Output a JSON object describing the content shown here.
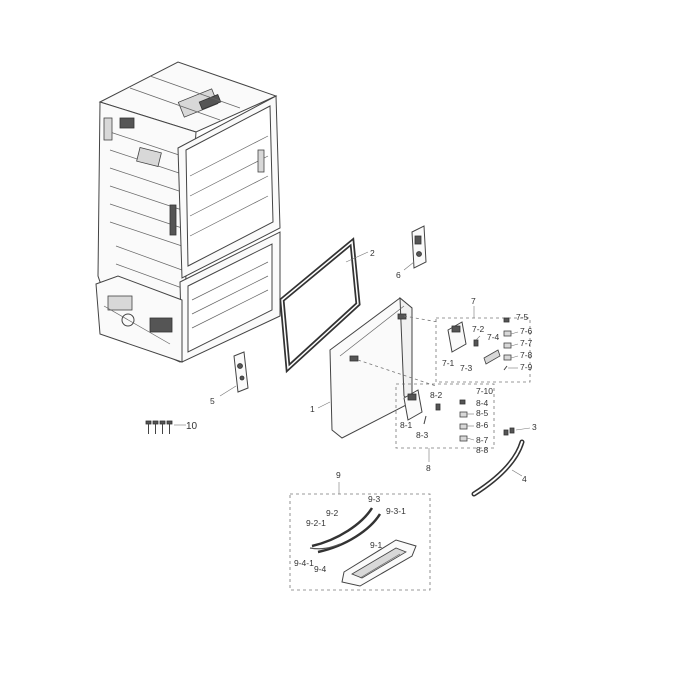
{
  "callouts": {
    "c1": "1",
    "c2": "2",
    "c3": "3",
    "c4": "4",
    "c5": "5",
    "c6": "6",
    "c7": "7",
    "c7_1": "7-1",
    "c7_2": "7-2",
    "c7_3": "7-3",
    "c7_4": "7-4",
    "c7_5": "7-5",
    "c7_6": "7-6",
    "c7_7": "7-7",
    "c7_8": "7-8",
    "c7_9": "7-9",
    "c7_10": "7-10",
    "c8": "8",
    "c8_1": "8-1",
    "c8_2": "8-2",
    "c8_3": "8-3",
    "c8_4": "8-4",
    "c8_5": "8-5",
    "c8_6": "8-6",
    "c8_7": "8-7",
    "c8_8": "8-8",
    "c9": "9",
    "c9_1": "9-1",
    "c9_2": "9-2",
    "c9_2_1": "9-2-1",
    "c9_3": "9-3",
    "c9_3_1": "9-3-1",
    "c9_4": "9-4",
    "c9_4_1": "9-4-1",
    "c10": "10"
  }
}
